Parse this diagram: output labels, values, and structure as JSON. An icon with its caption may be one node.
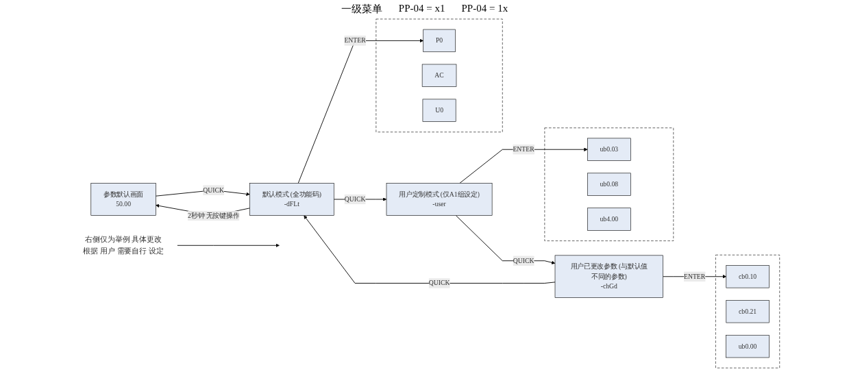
{
  "diagram": {
    "nodes": [
      {
        "text": [
          "参数默认画面",
          "50.00"
        ]
      },
      {
        "text": [
          "默认模式 (全功能码)",
          "-dFLt"
        ]
      },
      {
        "text": [],
        "shape": "box"
      },
      {
        "text": [
          "P0"
        ],
        "in": 2
      },
      {
        "text": [
          "AC"
        ],
        "in": 2
      },
      {
        "text": [
          "U0"
        ],
        "in": 2
      },
      {
        "text": [
          "用户定制模式 (仅A1组设定)",
          "-user"
        ]
      },
      {
        "text": [],
        "shape": "box"
      },
      {
        "text": [
          "ub0.03"
        ],
        "in": 7
      },
      {
        "text": [
          "ub0.08"
        ],
        "in": 7
      },
      {
        "text": [
          "ub4.00"
        ],
        "in": 7
      },
      {
        "text": [
          "用户已更改参数 (与默认值不同的参数)",
          "-chGd"
        ]
      },
      {
        "text": [],
        "shape": "box"
      },
      {
        "text": [
          "cb0.10"
        ],
        "in": 12
      },
      {
        "text": [
          "cb0.21"
        ],
        "in": 12
      },
      {
        "text": [
          "ub0.00"
        ],
        "in": 12
      },
      {
        "text": [
          "右侧仅为举例 具体更改根据 用户 需要自行 设定"
        ]
      }
    ],
    "edges": [
      {
        "from": 0,
        "to": 1,
        "arrow": "to",
        "label": "QUICK"
      },
      {
        "from": 1,
        "to": 0,
        "arrow": "to",
        "label": "2秒钟 无按键操作"
      },
      {
        "from": 1,
        "to": 6,
        "arrow": "to",
        "label": "QUICK"
      },
      {
        "from": 6,
        "to": 11,
        "arrow": "to",
        "label": "QUICK"
      },
      {
        "from": 11,
        "to": 1,
        "arrow": "to",
        "label": "QUICK"
      },
      {
        "from": 1,
        "to": 3,
        "arrow": "to",
        "label": "ENTER"
      },
      {
        "from": 6,
        "to": 8,
        "arrow": "to",
        "label": "ENTER"
      },
      {
        "from": 11,
        "to": 13,
        "arrow": "to",
        "label": "ENTER"
      },
      {
        "from": 16,
        "to": null,
        "arrow": "to"
      }
    ],
    "labels": [
      "一级菜单",
      "PP-04 = x1",
      "PP-04 = 1x"
    ]
  }
}
